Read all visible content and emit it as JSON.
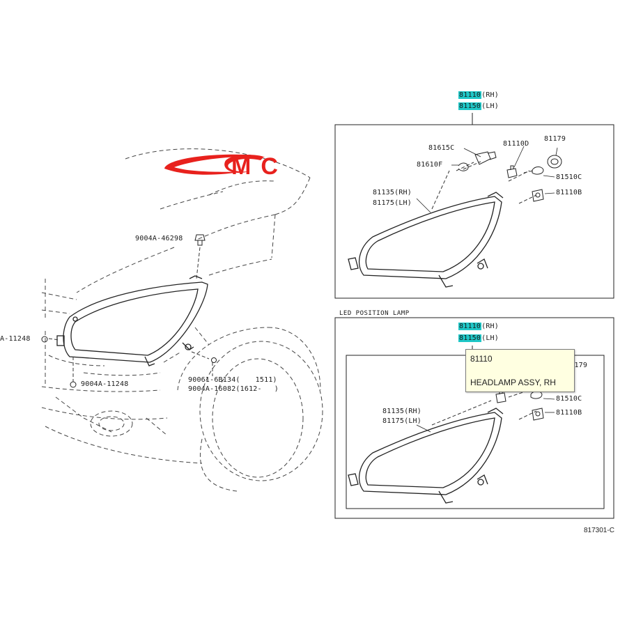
{
  "logo": {
    "text": "MC",
    "color": "#e8211d"
  },
  "highlight_color": "#1fc7c7",
  "top_box": {
    "header": [
      {
        "code": "81110",
        "suffix": "(RH)"
      },
      {
        "code": "81150",
        "suffix": "(LH)"
      }
    ],
    "labels": {
      "p81615c": "81615C",
      "p81610f": "81610F",
      "p81110d": "81110D",
      "p81179": "81179",
      "p81510c": "81510C",
      "p81110b": "81110B",
      "p81135": "81135(RH)",
      "p81175": "81175(LH)"
    }
  },
  "left": {
    "labels": {
      "p46298": "9004A-46298",
      "p11248a": "A-11248",
      "p11248b": "9004A-11248",
      "p6b134": "90061-6B134(",
      "p6b134r": "1511)",
      "p16082": "9004A-16082(1612-",
      "p16082r": ")"
    }
  },
  "bottom_box": {
    "title": "LED POSITION LAMP",
    "header": [
      {
        "code": "81110",
        "suffix": "(RH)"
      },
      {
        "code": "81150",
        "suffix": "(LH)"
      }
    ],
    "labels": {
      "p81179": "81179",
      "p81510c": "81510C",
      "p81110b": "81110B",
      "p81135": "81135(RH)",
      "p81175": "81175(LH)"
    }
  },
  "tooltip": {
    "code": "81110",
    "description": "HEADLAMP ASSY, RH"
  },
  "figure_code": "817301-C"
}
